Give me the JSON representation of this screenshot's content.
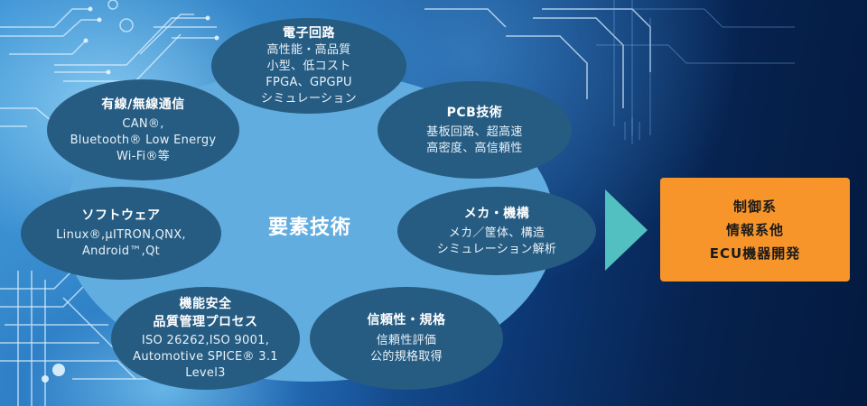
{
  "center": {
    "label": "要素技術"
  },
  "nodes": {
    "electronics": {
      "title": "電子回路",
      "lines": [
        "高性能・高品質",
        "小型、低コスト",
        "FPGA、GPGPU",
        "シミュレーション"
      ]
    },
    "communication": {
      "title": "有線/無線通信",
      "lines": [
        "CAN®,",
        "Bluetooth® Low Energy",
        "Wi-Fi®等"
      ]
    },
    "pcb": {
      "title": "PCB技術",
      "lines": [
        "基板回路、超高速",
        "高密度、高信頼性"
      ]
    },
    "software": {
      "title": "ソフトウェア",
      "lines": [
        "Linux®,μITRON,QNX,",
        "Android™,Qt"
      ]
    },
    "mechanical": {
      "title": "メカ・機構",
      "lines": [
        "メカ／筐体、構造",
        "シミュレーション解析"
      ]
    },
    "safety": {
      "title_lines": [
        "機能安全",
        "品質管理プロセス"
      ],
      "lines": [
        "ISO 26262,ISO 9001,",
        "Automotive SPICE® 3.1",
        "Level3"
      ]
    },
    "reliability": {
      "title": "信頼性・規格",
      "lines": [
        "信頼性評価",
        "公的規格取得"
      ]
    }
  },
  "result": {
    "lines": [
      "制御系",
      "情報系他",
      "ECU機器開発"
    ]
  },
  "colors": {
    "blob": "#62ade0",
    "node": "#265c82",
    "arrow": "#52c0c0",
    "result": "#f7952b",
    "text_light": "#ffffff",
    "text_dark": "#1a1a1a"
  }
}
